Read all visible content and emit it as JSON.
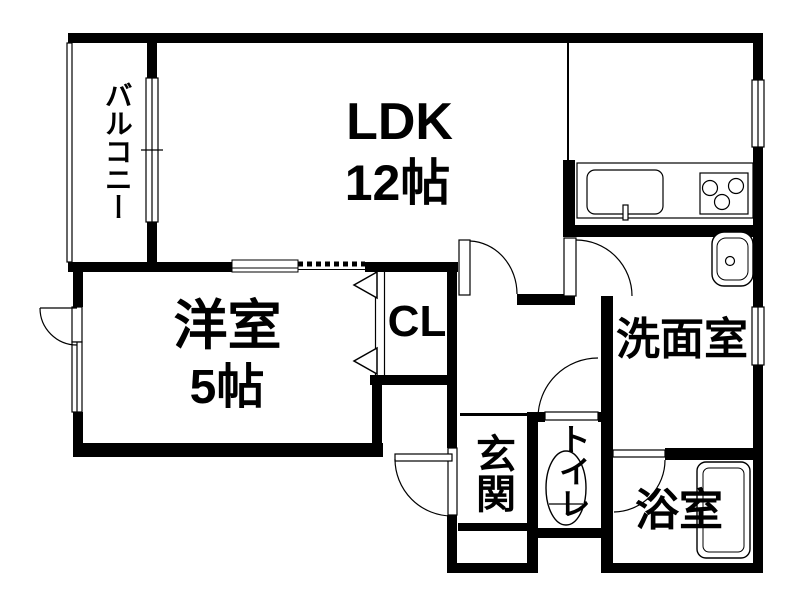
{
  "floorplan": {
    "type": "japanese-apartment-floorplan",
    "colors": {
      "wall": "#000000",
      "background": "#ffffff",
      "text": "#000000"
    },
    "rooms": {
      "balcony": {
        "label": "バルコニー"
      },
      "ldk": {
        "label": "LDK",
        "size": "12帖"
      },
      "western_room": {
        "label": "洋室",
        "size": "5帖"
      },
      "closet": {
        "label": "CL"
      },
      "washroom": {
        "label": "洗面室"
      },
      "entrance": {
        "label": "玄関"
      },
      "toilet": {
        "label": "トイレ"
      },
      "bathroom": {
        "label": "浴室"
      }
    },
    "fixtures": [
      "kitchen-sink",
      "stove-burners",
      "washbasin",
      "bathtub",
      "toilet-bowl",
      "closet-bifold-doors"
    ],
    "openings": [
      "balcony-sliding-window",
      "bedroom-window",
      "kitchen-window",
      "washroom-window",
      "entrance-door",
      "ldk-hall-door",
      "washroom-door",
      "toilet-door",
      "bathroom-door",
      "ldk-bedroom-sliding-opening"
    ]
  }
}
